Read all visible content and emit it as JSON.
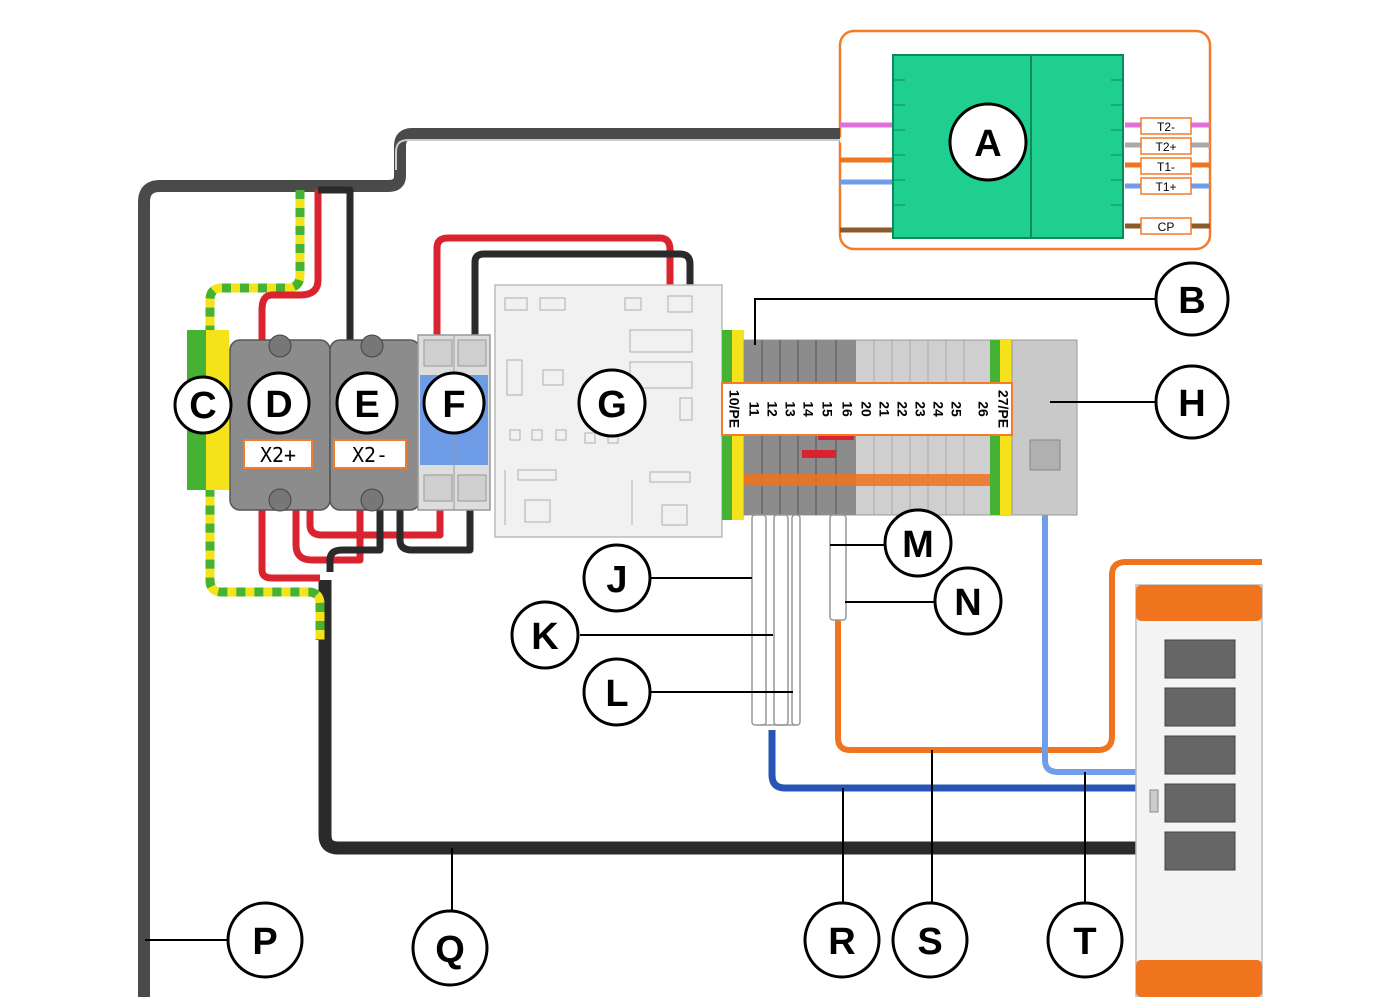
{
  "callouts": {
    "A": "A",
    "B": "B",
    "C": "C",
    "D": "D",
    "E": "E",
    "F": "F",
    "G": "G",
    "H": "H",
    "J": "J",
    "K": "K",
    "L": "L",
    "M": "M",
    "N": "N",
    "P": "P",
    "Q": "Q",
    "R": "R",
    "S": "S",
    "T": "T"
  },
  "terminal_tags": {
    "x2_plus": "X2+",
    "x2_minus": "X2-"
  },
  "module_a_tags": {
    "t2_minus": "T2-",
    "t2_plus": "T2+",
    "t1_minus": "T1-",
    "t1_plus": "T1+",
    "cp": "CP"
  },
  "terminal_labels": [
    "10/PE",
    "11",
    "12",
    "13",
    "14",
    "15",
    "16",
    "20",
    "21",
    "22",
    "23",
    "24",
    "25",
    "26",
    "27/PE"
  ],
  "colors": {
    "module_green": "#1fcf8f",
    "orange_frame": "#f37b2a",
    "wire_red": "#d9232e",
    "wire_black": "#2a2a2a",
    "wire_grey": "#4a4a4a",
    "wire_blue_dark": "#2855b4",
    "wire_blue_light": "#6f9ee8",
    "wire_orange": "#f0731e",
    "pe_yellow": "#f4e21a",
    "pe_green": "#46b233",
    "block_grey": "#8c8c8c",
    "relay_blue": "#6d9be6"
  }
}
